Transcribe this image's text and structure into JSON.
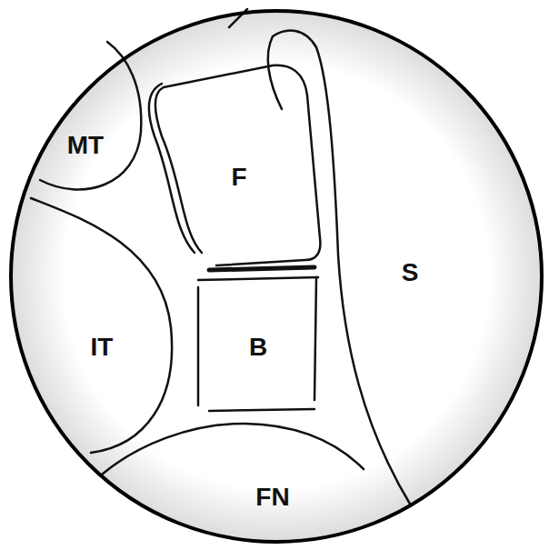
{
  "diagram": {
    "labels": [
      "MT",
      "F",
      "S",
      "IT",
      "B",
      "FN"
    ]
  }
}
